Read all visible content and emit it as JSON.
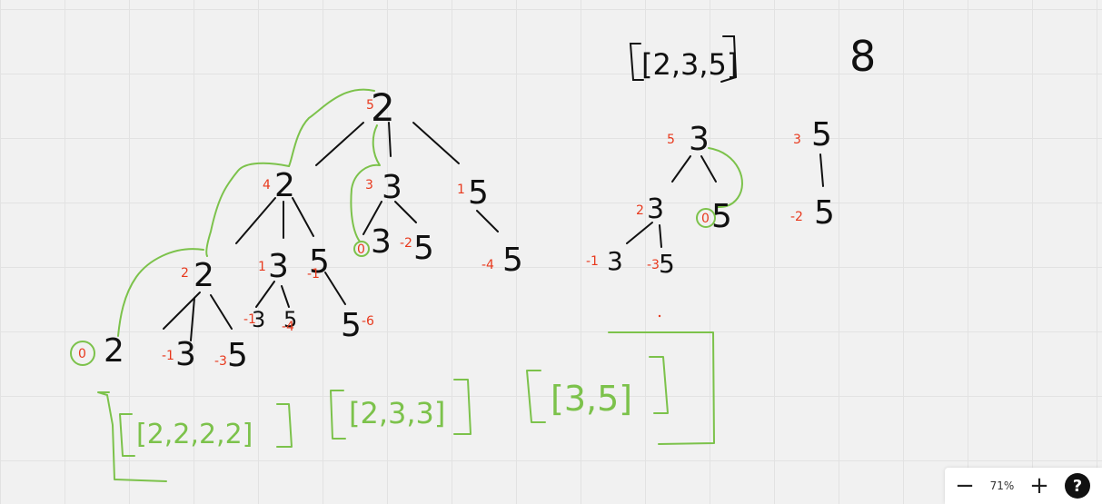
{
  "whiteboard": {
    "left_tree": {
      "root": {
        "value": "2",
        "note": "5"
      },
      "level1": [
        {
          "value": "2",
          "note": "4"
        },
        {
          "value": "3",
          "note": "3"
        },
        {
          "value": "5",
          "note": "1"
        }
      ],
      "level2": [
        {
          "value": "2",
          "note": "2"
        },
        {
          "value": "3",
          "note": "1"
        },
        {
          "value": "5",
          "note": "-1"
        },
        {
          "value": "3",
          "note": "0"
        },
        {
          "value": "5",
          "note": "-2"
        },
        {
          "value": "5",
          "note": "-4"
        }
      ],
      "level3": [
        {
          "value": "2",
          "note": "0"
        },
        {
          "value": "3",
          "note": "-1"
        },
        {
          "value": "5",
          "note": "-3"
        },
        {
          "value": "3",
          "note": "-1"
        },
        {
          "value": "5",
          "note": "-4"
        },
        {
          "value": "5",
          "note": "-6"
        }
      ]
    },
    "results": [
      "[2,2,2,2]",
      "[2,3,3]",
      "[3,5]"
    ],
    "candidates": "[2,3,5]",
    "target": "8",
    "right_tree": {
      "root": {
        "value": "3",
        "note": "5"
      },
      "children": [
        {
          "value": "3",
          "note": "2"
        },
        {
          "value": "5",
          "note": "0"
        }
      ],
      "leaves": [
        {
          "value": "3",
          "note": "-1"
        },
        {
          "value": "5",
          "note": "-3"
        }
      ]
    },
    "far_right": {
      "top": {
        "value": "5",
        "note": "3"
      },
      "bottom": {
        "value": "5",
        "note": "-2"
      }
    }
  },
  "zoom": {
    "minus": "−",
    "level": "71%",
    "plus": "+",
    "help": "?"
  },
  "colors": {
    "ink": "#111111",
    "note": "#e8391d",
    "highlight": "#7cc24b",
    "background": "#f1f1f1"
  }
}
